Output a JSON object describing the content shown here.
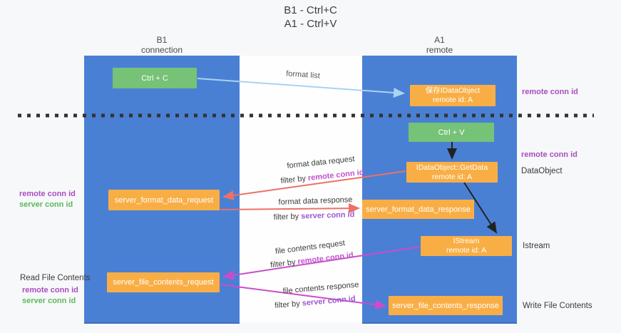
{
  "title": {
    "line1": "B1 - Ctrl+C",
    "line2": "A1 - Ctrl+V"
  },
  "lanes": {
    "left": {
      "title": "B1",
      "subtitle": "connection"
    },
    "right": {
      "title": "A1",
      "subtitle": "remote"
    }
  },
  "nodes": {
    "ctrl_c": {
      "label": "Ctrl + C"
    },
    "ctrl_v": {
      "label": "Ctrl + V"
    },
    "save_dataobject": {
      "line1": "保存IDataObject",
      "line2": "remote id: A"
    },
    "getdata": {
      "line1": "IDataObject::GetData",
      "line2": "remote id: A"
    },
    "istream": {
      "line1": "IStream",
      "line2": "remote id: A"
    },
    "server_format_data_request": {
      "label": "server_format_data_request"
    },
    "server_format_data_response": {
      "label": "server_format_data_response"
    },
    "server_file_contents_request": {
      "label": "server_file_contents_request"
    },
    "server_file_contents_response": {
      "label": "server_file_contents_response"
    }
  },
  "flow_labels": {
    "format_list": "format list",
    "format_data_request": "format data request",
    "format_data_request_filter_prefix": "filter by ",
    "format_data_request_filter_key": "remote conn id",
    "format_data_response": "format data response",
    "format_data_response_filter_prefix": "filter by ",
    "format_data_response_filter_key": "server conn id",
    "file_contents_request": "file contents request",
    "file_contents_request_filter_prefix": "filter by ",
    "file_contents_request_filter_key": "remote conn id",
    "file_contents_response": "file contents response",
    "file_contents_response_filter_prefix": "filter by ",
    "file_contents_response_filter_key": "server conn id"
  },
  "side_labels": {
    "right_top_conn": "remote conn id",
    "right_mid_conn": "remote conn id",
    "dataobject": "DataObject",
    "istream": "Istream",
    "write_file": "Write File Contents",
    "left_format_remote": "remote conn id",
    "left_format_server": "server conn id",
    "read_file": "Read File Contents",
    "left_file_remote": "remote conn id",
    "left_file_server": "server conn id"
  },
  "colors": {
    "lane_blue": "#4a80d4",
    "node_orange": "#f9ae45",
    "node_green": "#76c277",
    "arrow_salmon": "#ec7069",
    "arrow_magenta": "#cb4ccb",
    "arrow_light_blue": "#a9d3ef",
    "arrow_black": "#222222",
    "divider_dash": "#333333",
    "conn_purple": "#a94dc1",
    "conn_green": "#5cb85c"
  }
}
